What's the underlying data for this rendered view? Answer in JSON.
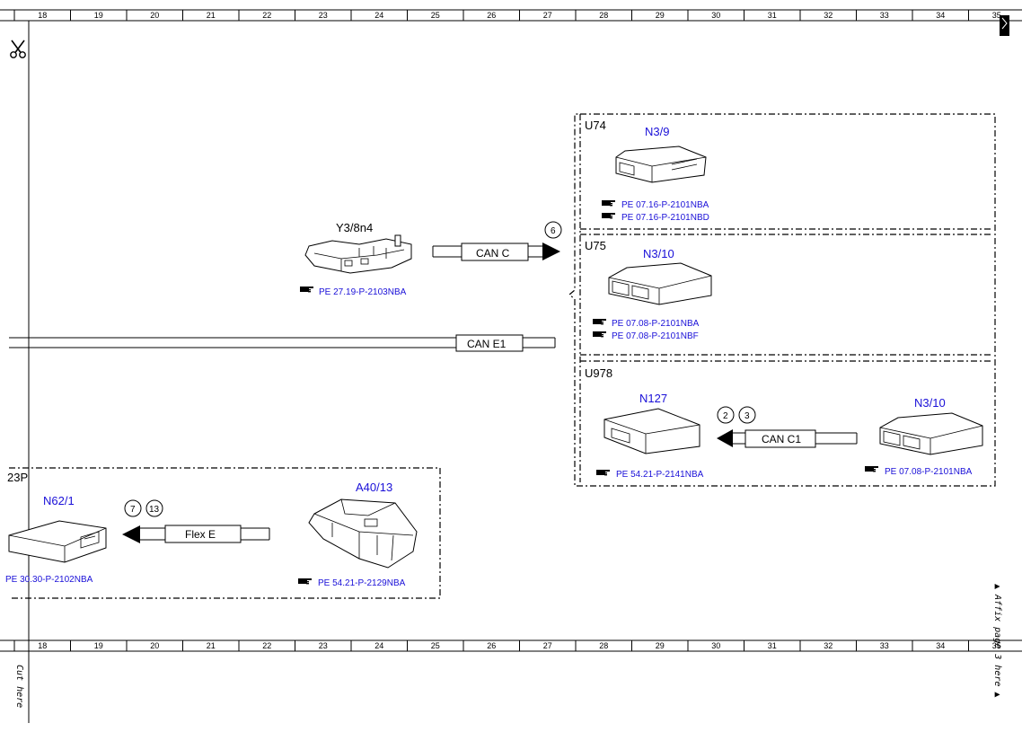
{
  "grid": {
    "columns": [
      "18",
      "19",
      "20",
      "21",
      "22",
      "23",
      "24",
      "25",
      "26",
      "27",
      "28",
      "29",
      "30",
      "31",
      "32",
      "33",
      "34",
      "35"
    ]
  },
  "margin": {
    "cut_here": "Cut here",
    "affix": "▲ Affix page 3 here ▲"
  },
  "groups": {
    "u74": {
      "code": "U74",
      "component": "N3/9",
      "refs": [
        "PE 07.16-P-2101NBA",
        "PE 07.16-P-2101NBD"
      ]
    },
    "u75": {
      "code": "U75",
      "component": "N3/10",
      "refs": [
        "PE 07.08-P-2101NBA",
        "PE 07.08-P-2101NBF"
      ]
    },
    "u978": {
      "code": "U978",
      "left_component": "N127",
      "left_ref": "PE 54.21-P-2141NBA",
      "right_component": "N3/10",
      "right_ref": "PE 07.08-P-2101NBA",
      "bus": "CAN C1",
      "circles": [
        "2",
        "3"
      ]
    },
    "g23p": {
      "code": "23P",
      "left_component": "N62/1",
      "left_ref": "PE 30.30-P-2102NBA",
      "right_component": "A40/13",
      "right_ref": "PE 54.21-P-2129NBA",
      "bus": "Flex E",
      "circles": [
        "7",
        "13"
      ]
    }
  },
  "standalone": {
    "component": "Y3/8n4",
    "ref": "PE 27.19-P-2103NBA",
    "bus": "CAN C",
    "circle": "6"
  },
  "main_bus": "CAN E1",
  "icons": {
    "scissors": "scissors-icon",
    "reference": "pointing-hand-icon",
    "corner_mark": "corner-tab-icon"
  },
  "colors": {
    "component_label": "#1a10d8",
    "line": "#000000",
    "background": "#ffffff"
  }
}
